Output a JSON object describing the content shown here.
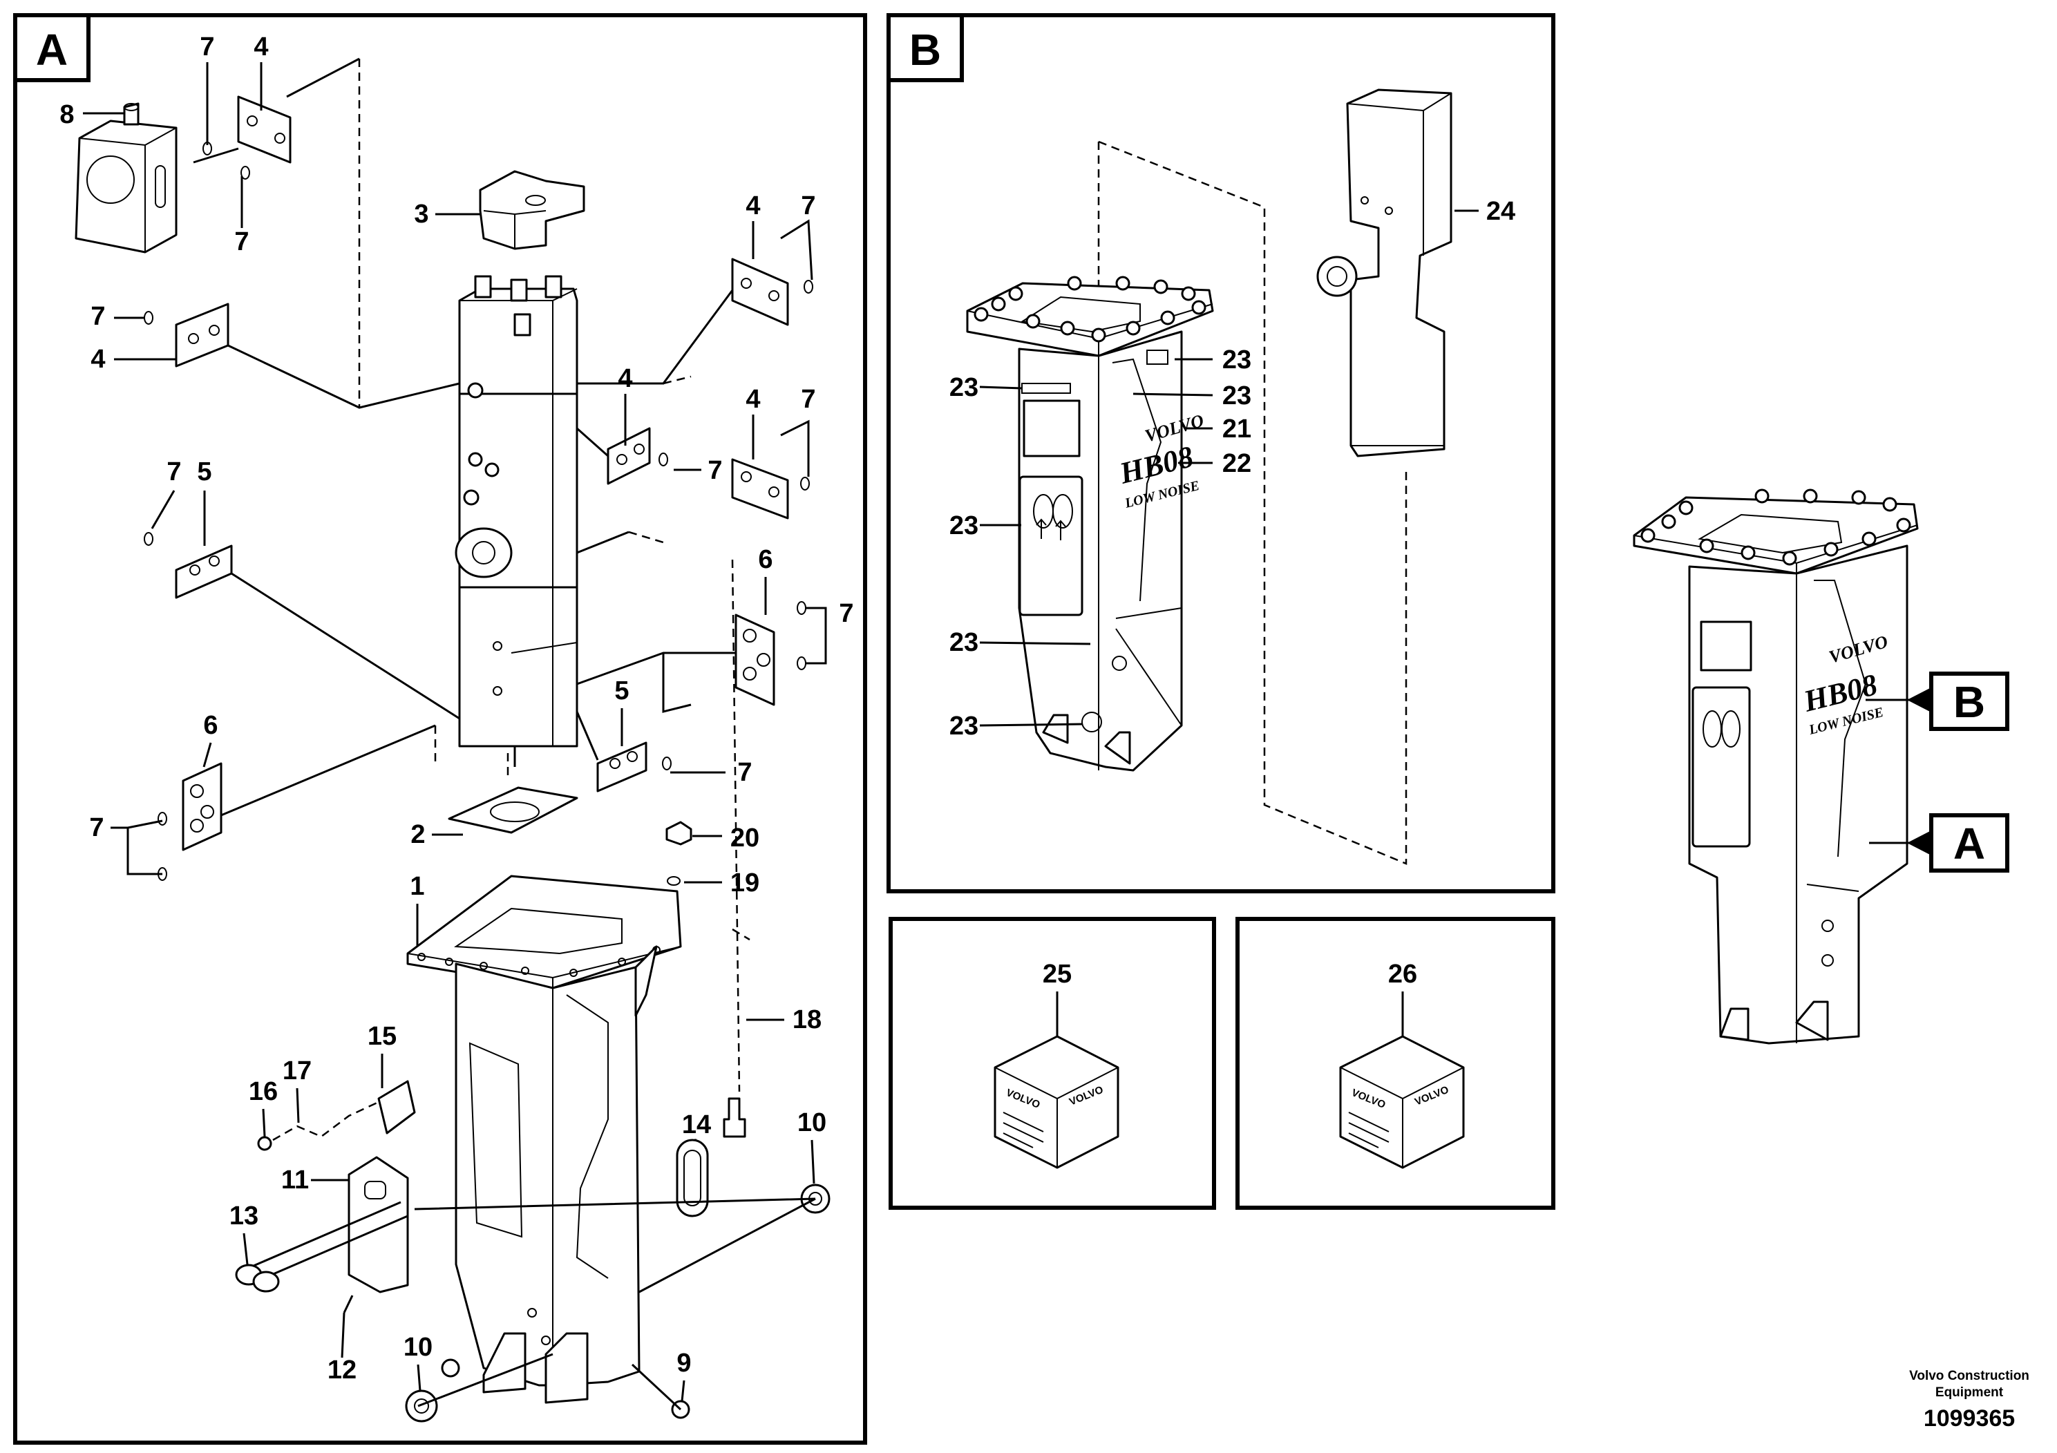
{
  "panels": {
    "a": {
      "letter": "A"
    },
    "b": {
      "letter": "B"
    },
    "kit1": {
      "number": "25",
      "brand": "VOLVO"
    },
    "kit2": {
      "number": "26",
      "brand": "VOLVO"
    }
  },
  "part_numbers": [
    "1",
    "2",
    "3",
    "4",
    "5",
    "6",
    "7",
    "8",
    "9",
    "10",
    "11",
    "12",
    "13",
    "14",
    "15",
    "16",
    "17",
    "18",
    "19",
    "20",
    "21",
    "22",
    "23",
    "24",
    "25",
    "26"
  ],
  "decals": {
    "brand": "VOLVO",
    "model": "HB08",
    "variant": "LOW NOISE"
  },
  "view_tags": {
    "b": "B",
    "a": "A"
  },
  "footer": {
    "company_line1": "Volvo Construction",
    "company_line2": "Equipment",
    "document_number": "1099365"
  }
}
